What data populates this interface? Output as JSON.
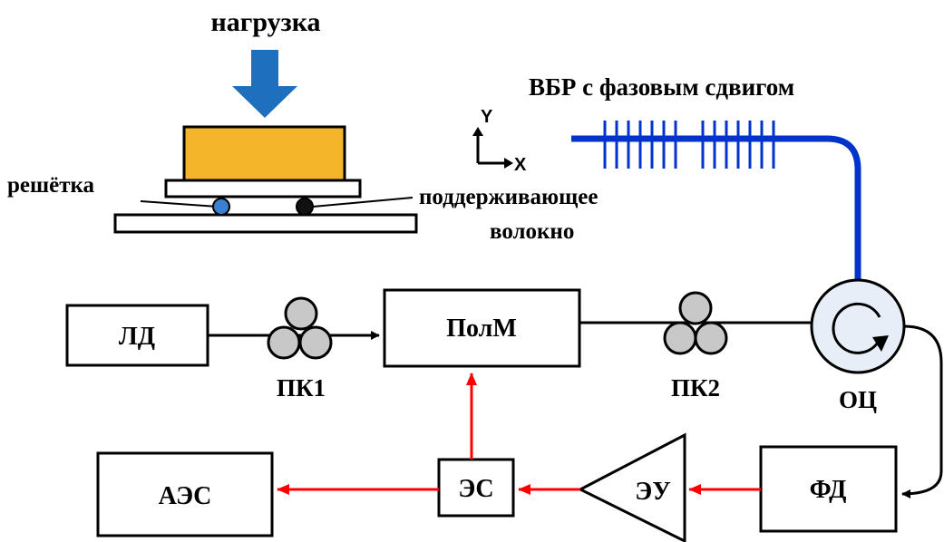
{
  "inset": {
    "load_label": "нагрузка",
    "grating_label": "решётка",
    "support_fiber_label_line1": "поддерживающее",
    "support_fiber_label_line2": "волокно"
  },
  "fiber": {
    "title": "ВБР с фазовым сдвигом",
    "axis_y": "Y",
    "axis_x": "X"
  },
  "blocks": {
    "ld": "ЛД",
    "polm": "ПолМ",
    "pk1": "ПК1",
    "pk2": "ПК2",
    "oc": "ОЦ",
    "aes": "АЭС",
    "es": "ЭС",
    "eu": "ЭУ",
    "fd": "ФД"
  },
  "colors": {
    "fiber_blue": "#0033cc",
    "load_arrow_blue": "#1f6fbf",
    "mass_fill": "#f5b52b",
    "electrical_red": "#ff0000",
    "grating_dot": "#3b7fd0",
    "support_dot": "#111111"
  }
}
